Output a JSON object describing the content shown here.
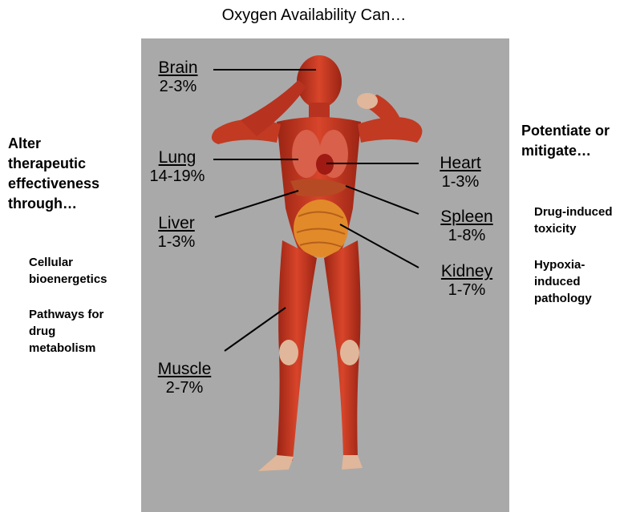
{
  "title": "Oxygen Availability Can…",
  "left": {
    "heading": "Alter\ntherapeutic\neffectiveness\nthrough…",
    "items": [
      "Cellular\nbioenergetics",
      "Pathways for\ndrug\nmetabolism"
    ]
  },
  "right": {
    "heading": "Potentiate or\nmitigate…",
    "items": [
      "Drug-induced\ntoxicity",
      "Hypoxia-\ninduced\npathology"
    ]
  },
  "organs": {
    "brain": {
      "name": "Brain",
      "value": "2-3%"
    },
    "lung": {
      "name": "Lung",
      "value": "14-19%"
    },
    "liver": {
      "name": "Liver",
      "value": "1-3%"
    },
    "muscle": {
      "name": "Muscle",
      "value": "2-7%"
    },
    "heart": {
      "name": "Heart",
      "value": "1-3%"
    },
    "spleen": {
      "name": "Spleen",
      "value": "1-8%"
    },
    "kidney": {
      "name": "Kidney",
      "value": "1-7%"
    }
  },
  "colors": {
    "panel": "#a9a9a9",
    "muscle": "#c8321e",
    "muscle_dark": "#8e1c10",
    "tendon": "#e9c7a6",
    "organ_orange": "#e28a2a"
  }
}
